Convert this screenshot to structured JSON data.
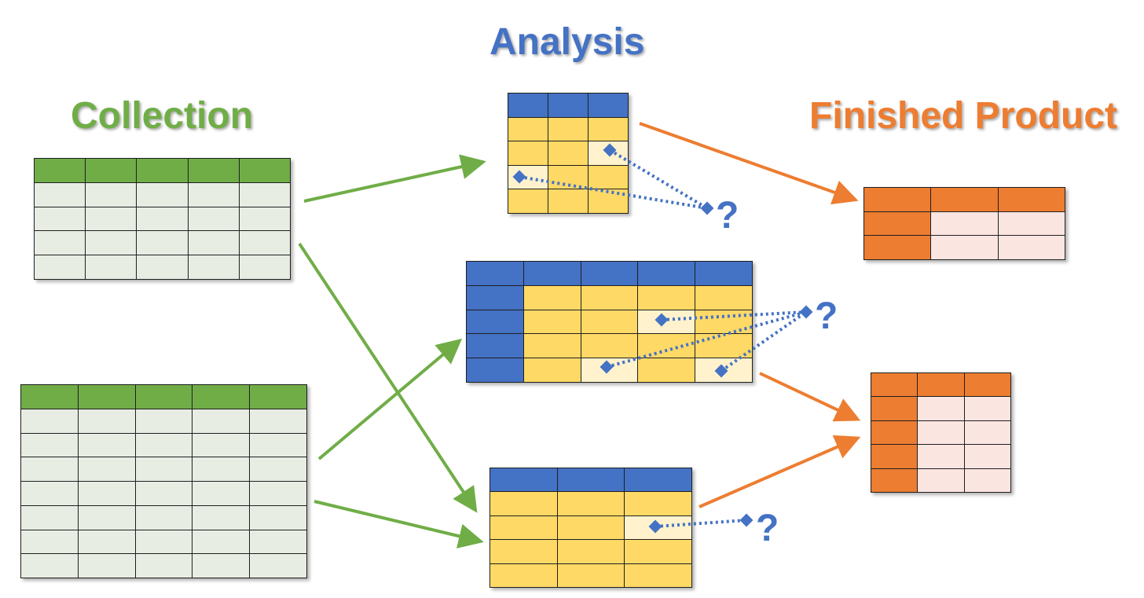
{
  "titles": {
    "collection": "Collection",
    "analysis": "Analysis",
    "finished": "Finished Product"
  },
  "question_mark": "?",
  "colors": {
    "green": "#70ad47",
    "green_light": "#e8ede4",
    "blue": "#4472c4",
    "yellow": "#ffd966",
    "yellow_light": "#fff2cc",
    "orange": "#ed7d31",
    "orange_light": "#fbe5e1",
    "border": "#1f1f1f"
  },
  "tables": [
    {
      "name": "collection-table-1",
      "cols": 5,
      "rows": 5,
      "header_row": true,
      "header_col": false,
      "header": "green",
      "body": "green_light",
      "highlight": []
    },
    {
      "name": "collection-table-2",
      "cols": 5,
      "rows": 8,
      "header_row": true,
      "header_col": false,
      "header": "green",
      "body": "green_light",
      "highlight": []
    },
    {
      "name": "analysis-table-1",
      "cols": 3,
      "rows": 5,
      "header_row": true,
      "header_col": false,
      "header": "blue",
      "body": "yellow",
      "highlight": [
        [
          2,
          2
        ],
        [
          3,
          0
        ]
      ]
    },
    {
      "name": "analysis-table-2",
      "cols": 5,
      "rows": 5,
      "header_row": true,
      "header_col": true,
      "header": "blue",
      "body": "yellow",
      "highlight": [
        [
          2,
          3
        ],
        [
          4,
          2
        ],
        [
          4,
          4
        ]
      ]
    },
    {
      "name": "analysis-table-3",
      "cols": 3,
      "rows": 5,
      "header_row": true,
      "header_col": false,
      "header": "blue",
      "body": "yellow",
      "highlight": [
        [
          2,
          2
        ]
      ]
    },
    {
      "name": "finished-table-1",
      "cols": 3,
      "rows": 3,
      "header_row": true,
      "header_col": true,
      "header": "orange",
      "body": "orange_light",
      "highlight": []
    },
    {
      "name": "finished-table-2",
      "cols": 3,
      "rows": 5,
      "header_row": true,
      "header_col": true,
      "header": "orange",
      "body": "orange_light",
      "highlight": []
    }
  ]
}
